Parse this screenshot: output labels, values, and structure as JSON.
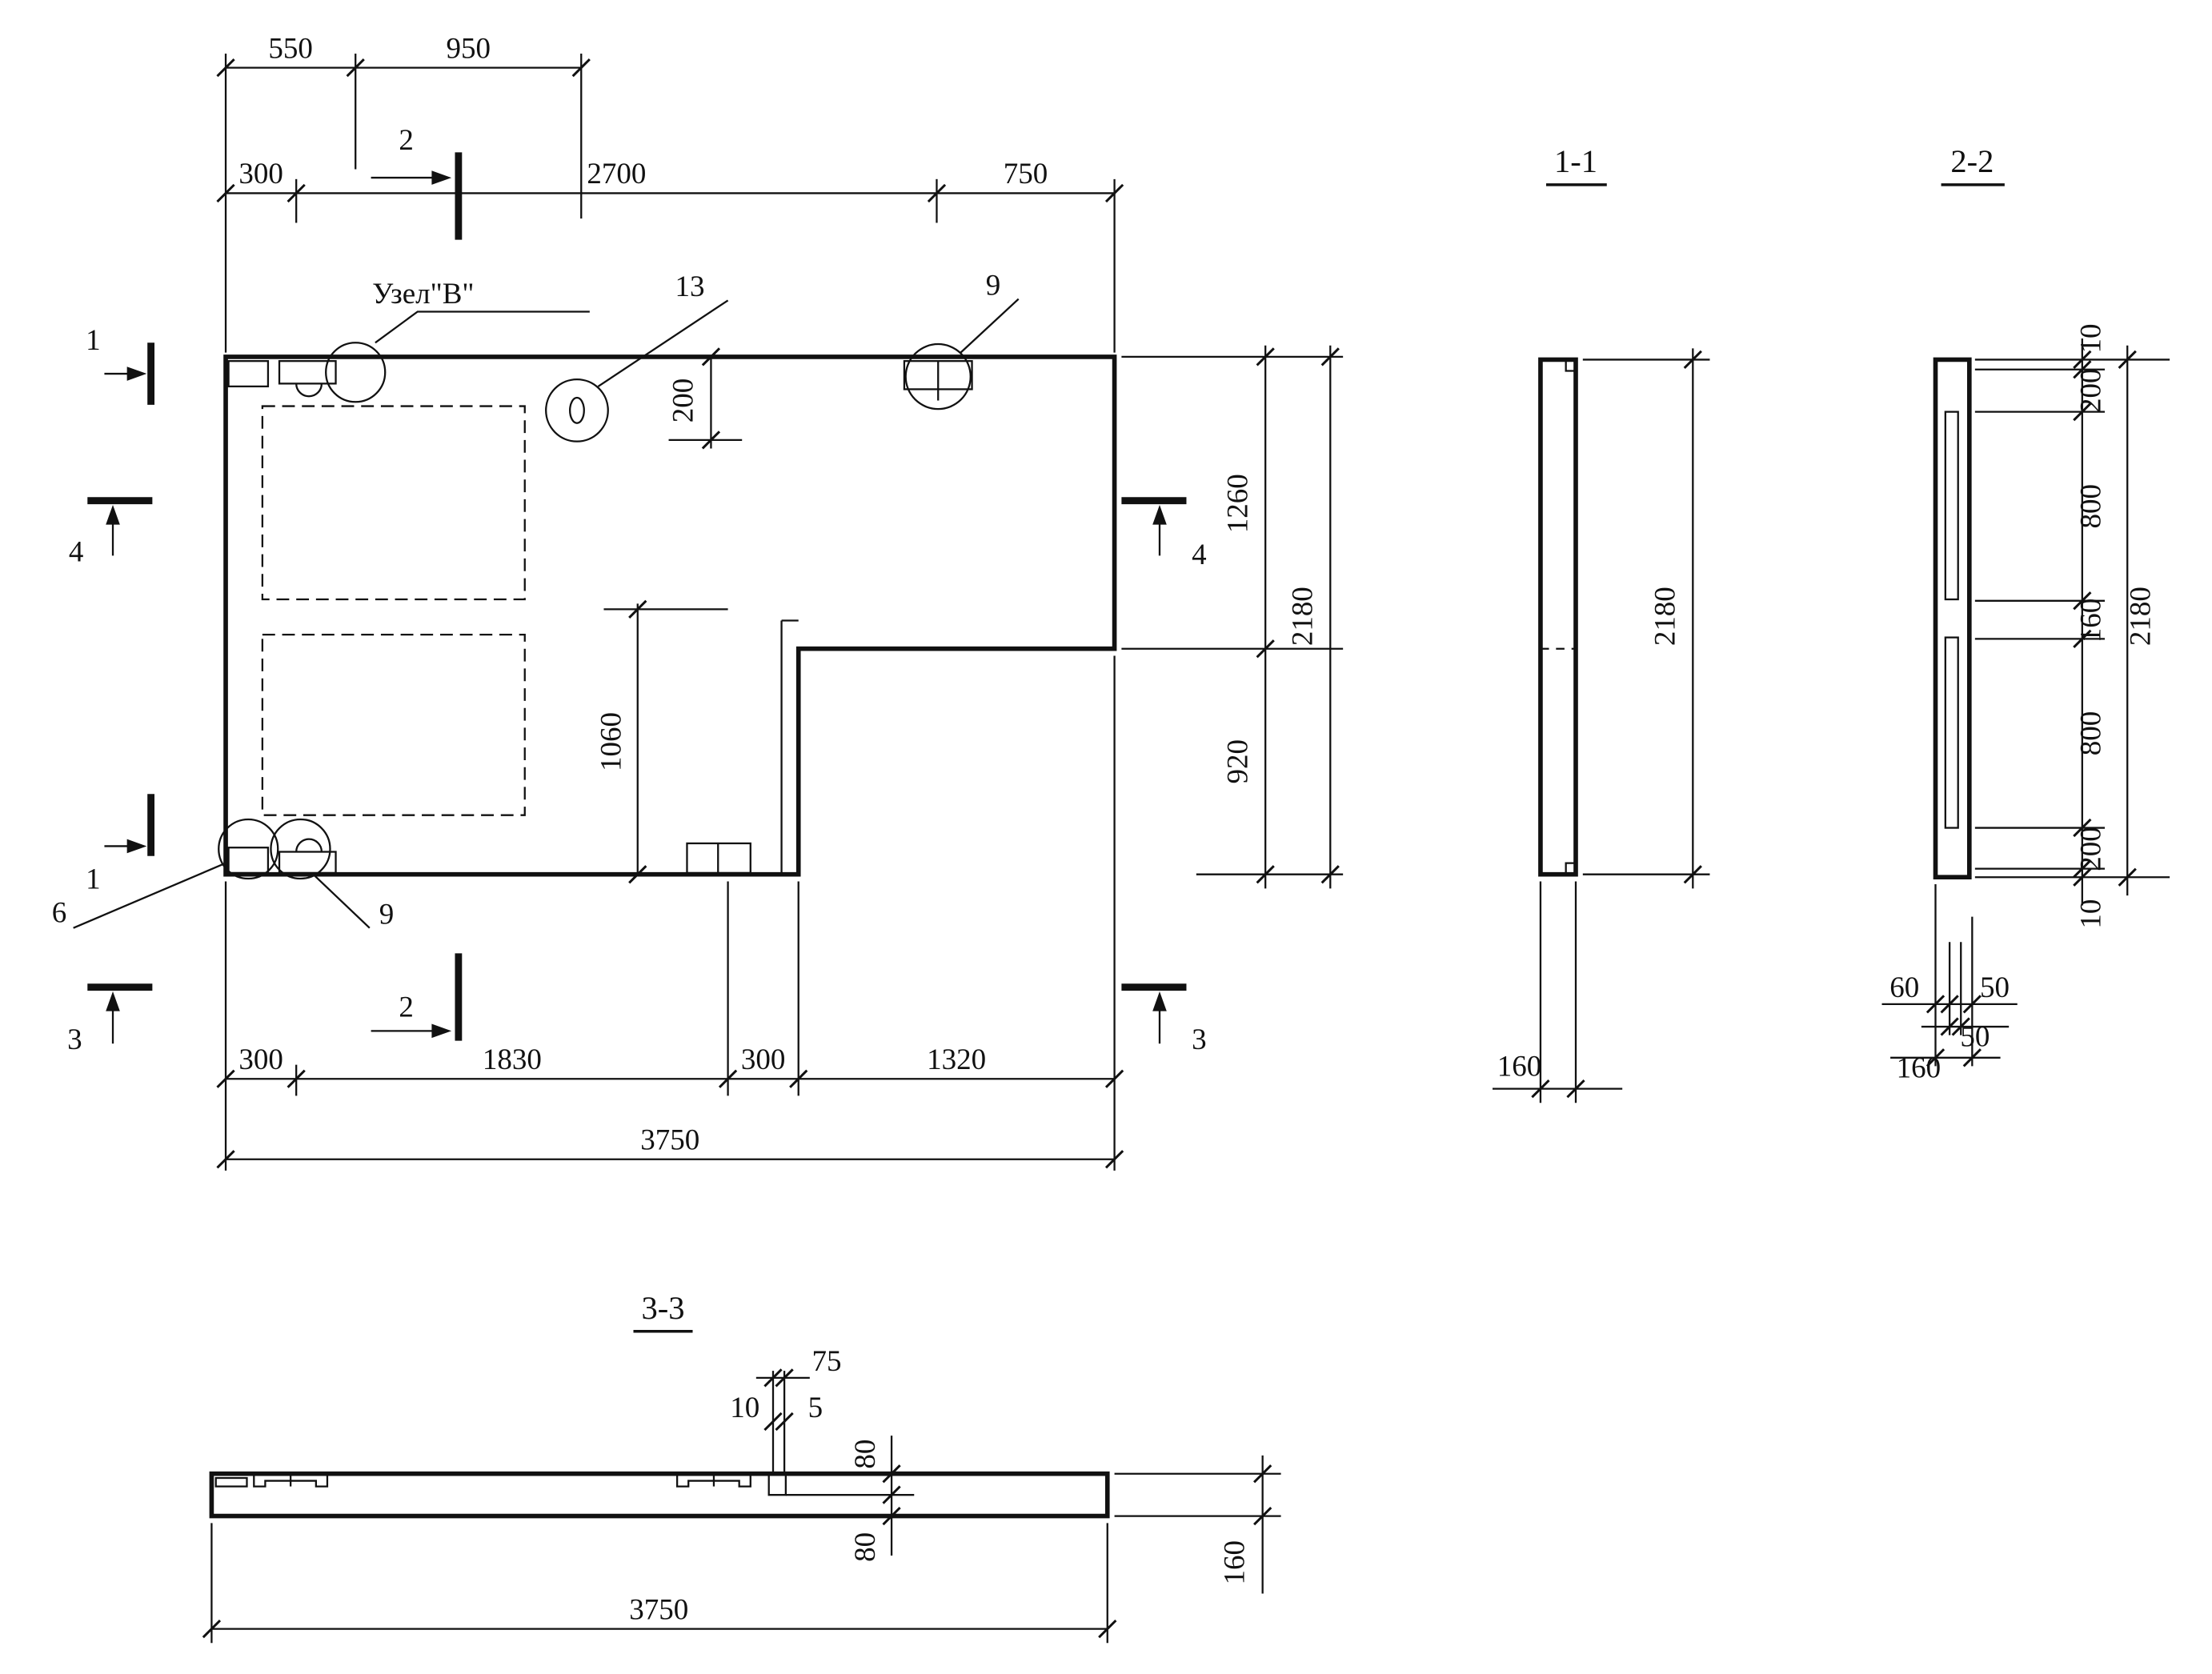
{
  "plan": {
    "node_callout": "Узел\"В\"",
    "callouts": {
      "hole": "13",
      "top_insert": "9",
      "corner": "6",
      "bottom_insert": "9"
    },
    "markers": {
      "s1": "1",
      "s2": "2",
      "s3": "3",
      "s4": "4"
    },
    "dims": {
      "top1": [
        "550",
        "950"
      ],
      "top2": [
        "300",
        "2700",
        "750"
      ],
      "inner": [
        "200",
        "1060"
      ],
      "right": [
        "1260",
        "920",
        "2180"
      ],
      "bottom1": [
        "300",
        "1830",
        "300",
        "1320"
      ],
      "bottom2": [
        "3750"
      ]
    }
  },
  "section11": {
    "title": "1-1",
    "dims": {
      "height": "2180",
      "width": "160"
    }
  },
  "section22": {
    "title": "2-2",
    "dims": {
      "right": [
        "10",
        "200",
        "800",
        "160",
        "800",
        "200",
        "10"
      ],
      "overall": "2180",
      "bottom": [
        "60",
        "50",
        "50",
        "160"
      ]
    }
  },
  "section33": {
    "title": "3-3",
    "dims": {
      "top": [
        "75",
        "10",
        "5"
      ],
      "mid": [
        "80",
        "80"
      ],
      "length": "3750",
      "thickness": "160"
    }
  }
}
